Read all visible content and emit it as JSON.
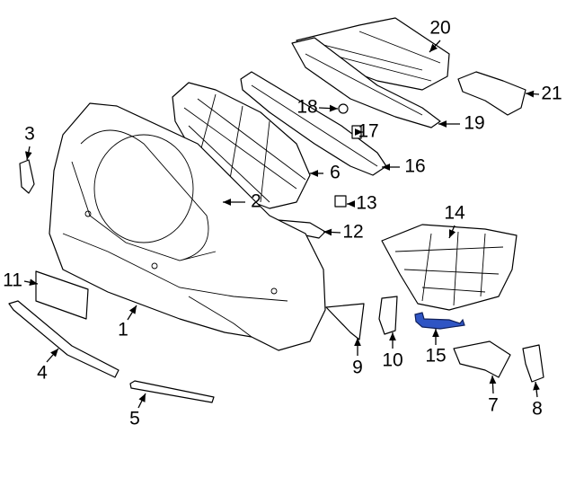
{
  "diagram": {
    "title": "Front bumper assembly parts diagram",
    "highlight_color": "#2f55c4",
    "callouts": [
      {
        "id": "1",
        "label": "1"
      },
      {
        "id": "2",
        "label": "2"
      },
      {
        "id": "3",
        "label": "3"
      },
      {
        "id": "4",
        "label": "4"
      },
      {
        "id": "5",
        "label": "5"
      },
      {
        "id": "6",
        "label": "6"
      },
      {
        "id": "7",
        "label": "7"
      },
      {
        "id": "8",
        "label": "8"
      },
      {
        "id": "9",
        "label": "9"
      },
      {
        "id": "10",
        "label": "10"
      },
      {
        "id": "11",
        "label": "11"
      },
      {
        "id": "12",
        "label": "12"
      },
      {
        "id": "13",
        "label": "13"
      },
      {
        "id": "14",
        "label": "14"
      },
      {
        "id": "15",
        "label": "15"
      },
      {
        "id": "16",
        "label": "16"
      },
      {
        "id": "17",
        "label": "17"
      },
      {
        "id": "18",
        "label": "18"
      },
      {
        "id": "19",
        "label": "19"
      },
      {
        "id": "20",
        "label": "20"
      },
      {
        "id": "21",
        "label": "21"
      }
    ]
  }
}
